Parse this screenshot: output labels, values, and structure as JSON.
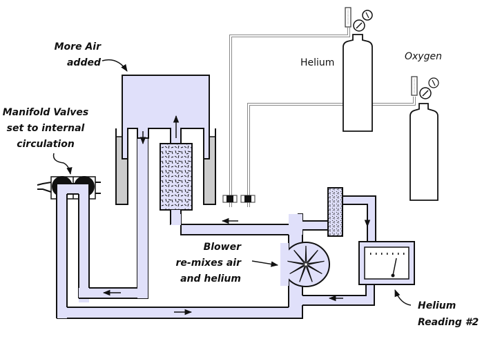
{
  "diagram": {
    "title": "Closed-circuit helium/air recirculation system",
    "labels": {
      "more_air": [
        "More Air",
        "added"
      ],
      "manifold": [
        "Manifold Valves",
        "set to internal",
        "circulation"
      ],
      "helium_tank": "Helium",
      "oxygen_tank": "Oxygen",
      "blower": [
        "Blower",
        "re-mixes air",
        "and helium"
      ],
      "helium_reading": [
        "Helium",
        "Reading #2"
      ]
    },
    "components": [
      {
        "id": "spirometer-bell",
        "name": "Spirometer bell with water seal"
      },
      {
        "id": "co2-absorber",
        "name": "CO2 absorber canister"
      },
      {
        "id": "helium-cylinder",
        "name": "Helium cylinder with regulator and flowmeter"
      },
      {
        "id": "oxygen-cylinder",
        "name": "Oxygen cylinder with regulator and flowmeter"
      },
      {
        "id": "blower",
        "name": "Blower"
      },
      {
        "id": "drying-canister",
        "name": "Drying canister"
      },
      {
        "id": "helium-analyzer",
        "name": "Helium analyzer meter"
      },
      {
        "id": "manifold-valves",
        "name": "Manifold valves"
      }
    ],
    "colors": {
      "pipe_fill": "#e0e0fa",
      "water": "#cccccc",
      "outline": "#111111"
    }
  }
}
